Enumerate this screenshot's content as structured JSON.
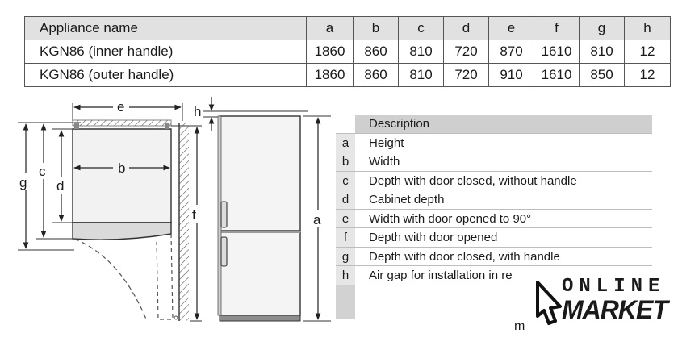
{
  "dimension_table": {
    "header": [
      "Appliance name",
      "a",
      "b",
      "c",
      "d",
      "e",
      "f",
      "g",
      "h"
    ],
    "rows": [
      [
        "KGN86 (inner handle)",
        "1860",
        "860",
        "810",
        "720",
        "870",
        "1610",
        "810",
        "12"
      ],
      [
        "KGN86 (outer handle)",
        "1860",
        "860",
        "810",
        "720",
        "910",
        "1610",
        "850",
        "12"
      ]
    ]
  },
  "drawing_labels": {
    "e": "e",
    "b": "b",
    "c": "c",
    "d": "d",
    "g": "g",
    "f": "f",
    "h": "h",
    "a": "a"
  },
  "legend": {
    "header": "Description",
    "items": [
      {
        "key": "a",
        "text": "Height"
      },
      {
        "key": "b",
        "text": "Width"
      },
      {
        "key": "c",
        "text": "Depth with door closed, without handle"
      },
      {
        "key": "d",
        "text": "Cabinet depth"
      },
      {
        "key": "e",
        "text": "Width with door opened to 90°"
      },
      {
        "key": "f",
        "text": "Depth with door opened"
      },
      {
        "key": "g",
        "text": "Depth with door closed, with handle"
      },
      {
        "key": "h",
        "text": "Air gap for installation in re"
      }
    ]
  },
  "footer_text": "m",
  "watermark": {
    "line1": "ONLINE",
    "line2": "MARKET"
  }
}
